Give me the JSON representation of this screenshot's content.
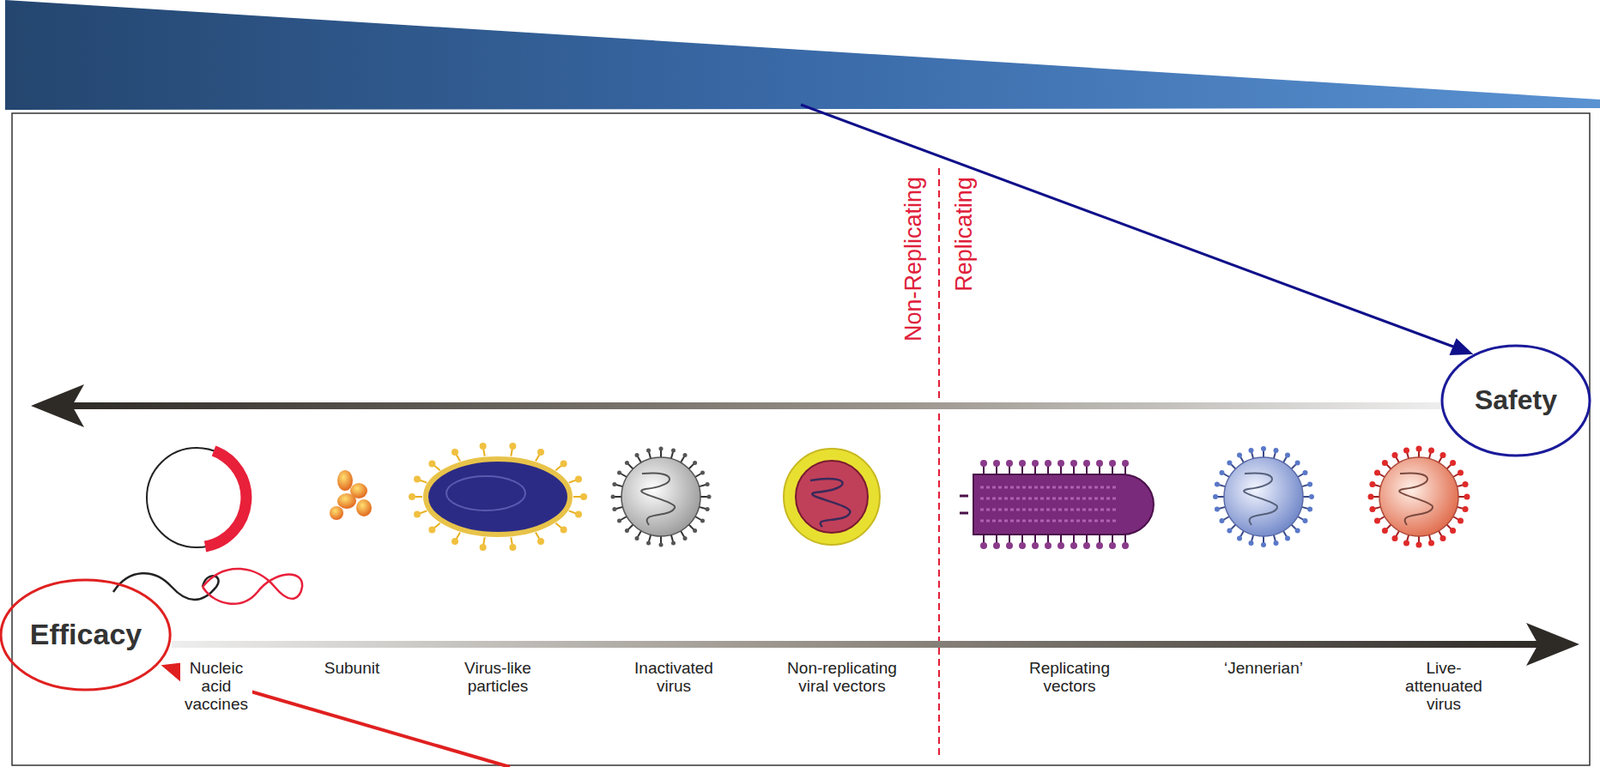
{
  "diagram": {
    "nodes": [
      {
        "text": [
          "Safety"
        ]
      },
      {
        "text": [
          "Efficacy"
        ]
      }
    ],
    "labels": [
      "Non-Replicating",
      "Replicating",
      "Nucleic acid vaccines",
      "Subunit",
      "Virus-like particles",
      "Inactivated virus",
      "Non-replicating viral vectors",
      "Replicating vectors",
      "‘Jennerian’",
      "Live-attenuated virus"
    ]
  }
}
